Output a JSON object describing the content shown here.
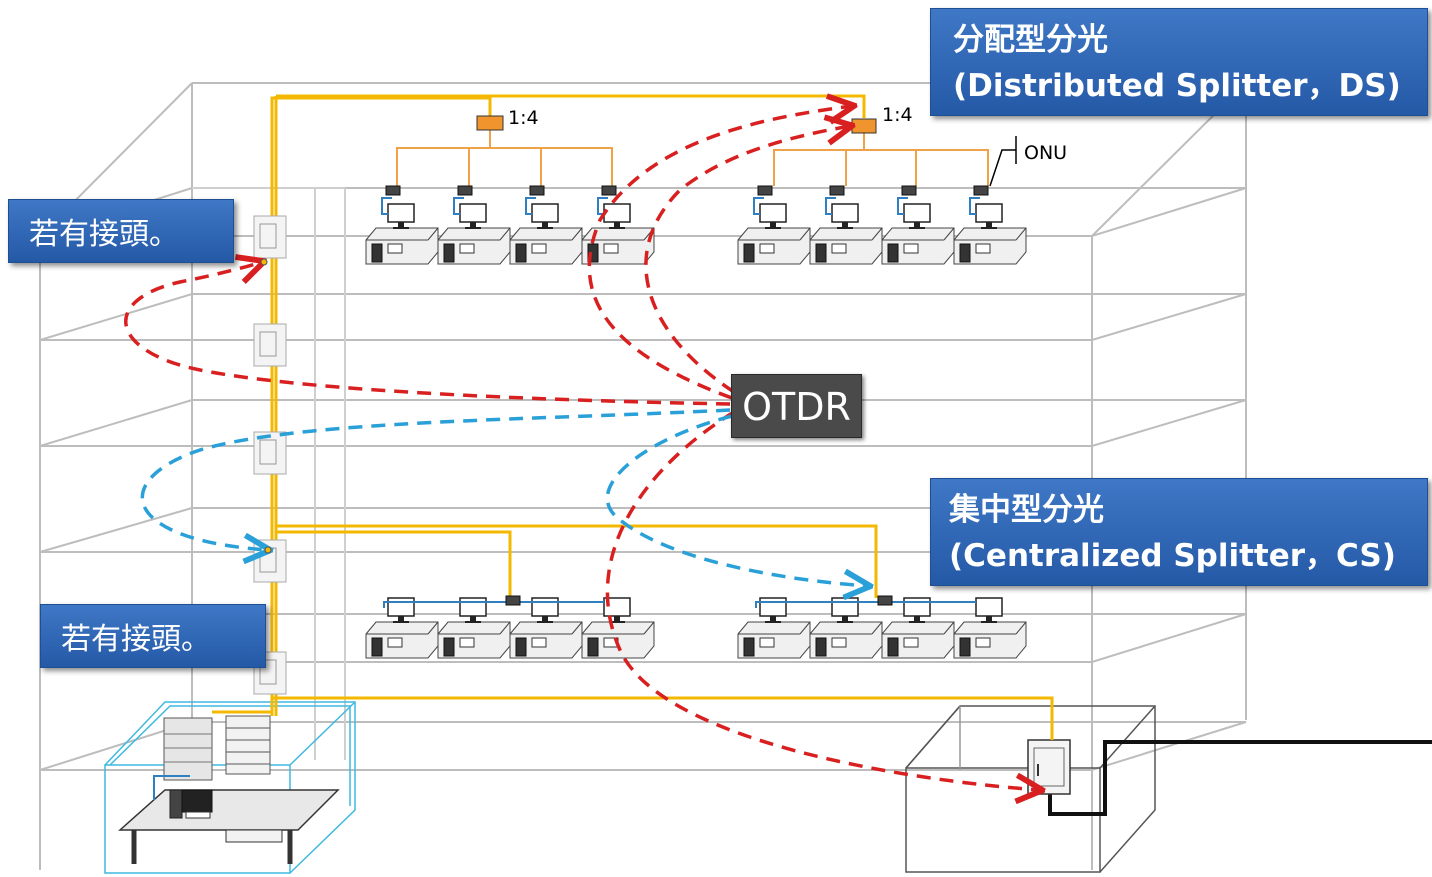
{
  "labels": {
    "ds_title": "分配型分光",
    "ds_subtitle": "(Distributed Splitter，DS)",
    "cs_title": "集中型分光",
    "cs_subtitle": "(Centralized Splitter，CS)",
    "joint_1": "若有接頭。",
    "joint_2": "若有接頭。",
    "otdr": "OTDR",
    "ratio_left": "1:4",
    "ratio_right": "1:4",
    "onu": "ONU"
  },
  "colors": {
    "fiber": "#f5b800",
    "drop_fiber": "#f0a24a",
    "splitter": "#f0952e",
    "lan_cable": "#2f7fc1",
    "otdr_trace_red": "#d92020",
    "otdr_trace_blue": "#2aa0d8",
    "callout_blue": "#2f67b5",
    "building_outline": "#bcbcbc",
    "server_room_outline": "#3fb9e0"
  }
}
